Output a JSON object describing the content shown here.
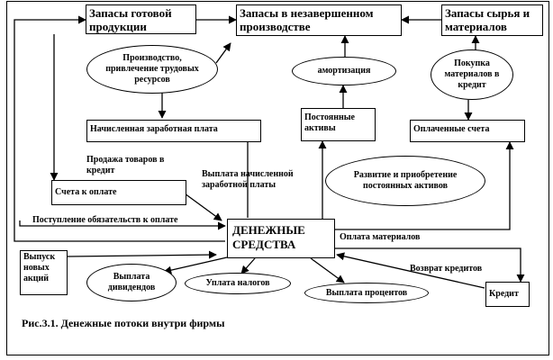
{
  "nodes": {
    "finished_goods": "Запасы готовой продукции",
    "wip": "Запасы в незавершенном производстве",
    "raw_materials": "Запасы сырья и материалов",
    "production": "Производство, привлечение трудовых ресурсов",
    "depreciation": "амортизация",
    "purchase_materials": "Покупка материалов в кредит",
    "accrued_wages": "Начисленная заработная плата",
    "fixed_assets": "Постоянные активы",
    "paid_invoices": "Оплаченные счета",
    "sales_on_credit": "Продажа товаров в кредит",
    "wage_payment": "Выплата начисленной заработной платы",
    "development": "Развитие и приобретение постоянных активов",
    "invoices_payable": "Счета к оплате",
    "liability_receipt": "Поступление обязательств к оплате",
    "cash": "ДЕНЕЖНЫЕ СРЕДСТВА",
    "material_payment": "Оплата материалов",
    "share_issue": "Выпуск новых акций",
    "dividends": "Выплата дивидендов",
    "taxes": "Уплата налогов",
    "interest": "Выплата процентов",
    "loan_repayment": "Возврат кредитов",
    "credit": "Кредит"
  },
  "caption": "Рис.3.1. Денежные потоки внутри фирмы"
}
